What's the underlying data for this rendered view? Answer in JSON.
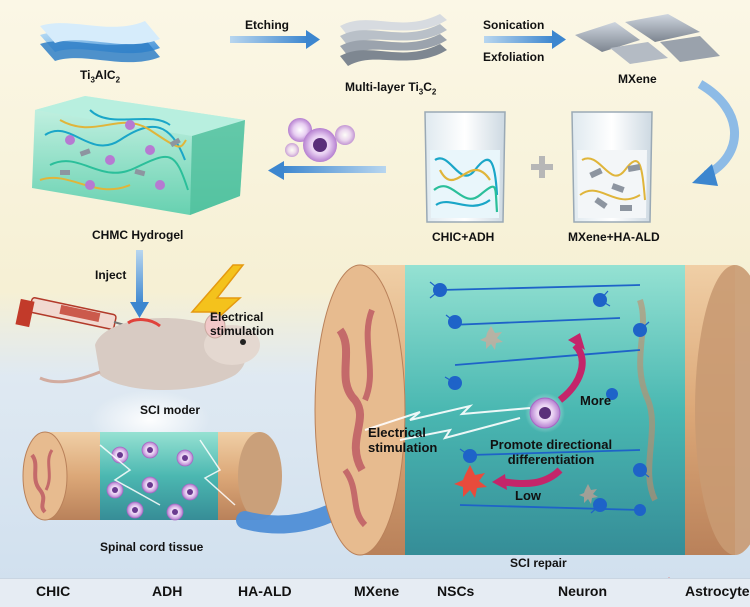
{
  "labels": {
    "ti3alc2_main": "Ti",
    "ti3alc2_sub1": "3",
    "ti3alc2_mid": "AlC",
    "ti3alc2_sub2": "2",
    "etching": "Etching",
    "multilayer_main": "Multi-layer Ti",
    "multilayer_sub1": "3",
    "multilayer_mid": "C",
    "multilayer_sub2": "2",
    "sonication": "Sonication",
    "exfoliation": "Exfoliation",
    "mxene": "MXene",
    "chic_adh": "CHIC+ADH",
    "mxene_ha_ald": "MXene+HA-ALD",
    "chmc_hydrogel": "CHMC Hydrogel",
    "inject": "Inject",
    "electrical_stimulation_top": "Electrical\nstimulation",
    "sci_moder": "SCI moder",
    "spinal_cord_tissue": "Spinal cord tissue",
    "electrical_stimulation_mid": "Electrical\nstimulation",
    "more": "More",
    "promote": "Promote directional\ndifferentiation",
    "low": "Low",
    "sci_repair": "SCI repair"
  },
  "legend": [
    {
      "label": "CHIC",
      "icon": "chic-strand-icon",
      "color": "#1aa6c8"
    },
    {
      "label": "ADH",
      "icon": "adh-strand-icon",
      "color": "#2bbf9a"
    },
    {
      "label": "HA-ALD",
      "icon": "ha-ald-strand-icon",
      "color": "#e0b53a"
    },
    {
      "label": "MXene",
      "icon": "mxene-sheet-icon",
      "color": "#8d8d8d"
    },
    {
      "label": "NSCs",
      "icon": "nsc-cell-icon",
      "color": "#9b59b6"
    },
    {
      "label": "Neuron",
      "icon": "neuron-icon",
      "color": "#1e63c8"
    },
    {
      "label": "Astrocyte",
      "icon": "astrocyte-icon",
      "color": "#e84b3c"
    }
  ],
  "colors": {
    "arrow_blue": "#4a8fd0",
    "hydrogel": "#8fe0c8",
    "tissue_wood": "#d9a677",
    "tissue_pink": "#c46a6a",
    "nsc": "#a86bc9",
    "neuron": "#1e63c8",
    "bolt": "#f4c21c",
    "more_arrow": "#c4256a"
  }
}
